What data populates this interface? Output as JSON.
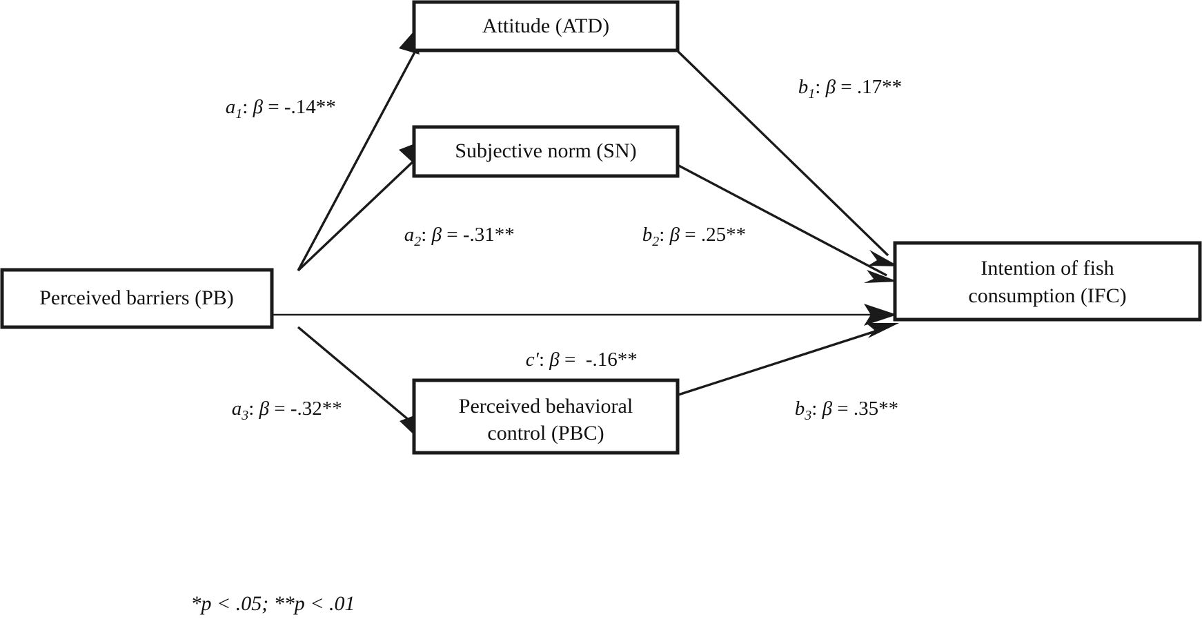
{
  "figure": {
    "type": "path-diagram",
    "title": "",
    "background_color": "#ffffff",
    "line_color": "#1a1a1a"
  },
  "nodes": {
    "predictor": {
      "id": "PB",
      "label": "Perceived barriers (PB)",
      "lines": [
        "Perceived barriers (PB)"
      ]
    },
    "mediator_1": {
      "id": "ATD",
      "label": "Attitude (ATD)",
      "lines": [
        "Attitude (ATD)"
      ]
    },
    "mediator_2": {
      "id": "SN",
      "label": "Subjective norm (SN)",
      "lines": [
        "Subjective norm (SN)"
      ]
    },
    "mediator_3": {
      "id": "PBC",
      "label": "Perceived behavioral control (PBC)",
      "lines": [
        "Perceived behavioral",
        "control (PBC)"
      ]
    },
    "outcome": {
      "id": "IFC",
      "label": "Intention of fish consumption (IFC)",
      "lines": [
        "Intention of fish",
        "consumption (IFC)"
      ]
    }
  },
  "paths": [
    {
      "key": "a1",
      "coef_name": "a",
      "coef_sub": "1",
      "text": "a1: β = -.14**",
      "beta": -0.14,
      "significance": "**",
      "from": "PB",
      "to": "ATD"
    },
    {
      "key": "a2",
      "coef_name": "a",
      "coef_sub": "2",
      "text": "a2: β = -.31**",
      "beta": -0.31,
      "significance": "**",
      "from": "PB",
      "to": "SN"
    },
    {
      "key": "a3",
      "coef_name": "a",
      "coef_sub": "3",
      "text": "a3: β = -.32**",
      "beta": -0.32,
      "significance": "**",
      "from": "PB",
      "to": "PBC"
    },
    {
      "key": "b1",
      "coef_name": "b",
      "coef_sub": "1",
      "text": "b1: β = .17**",
      "beta": 0.17,
      "significance": "**",
      "from": "ATD",
      "to": "IFC"
    },
    {
      "key": "b2",
      "coef_name": "b",
      "coef_sub": "2",
      "text": "b2: β = .25**",
      "beta": 0.25,
      "significance": "**",
      "from": "SN",
      "to": "IFC"
    },
    {
      "key": "b3",
      "coef_name": "b",
      "coef_sub": "3",
      "text": "b3: β = .35**",
      "beta": 0.35,
      "significance": "**",
      "from": "PBC",
      "to": "IFC"
    },
    {
      "key": "cprime",
      "coef_name": "c′",
      "coef_sub": "",
      "text": "c′: β =  -.16**",
      "beta": -0.16,
      "significance": "**",
      "from": "PB",
      "to": "IFC"
    }
  ],
  "label_parts": {
    "a1": {
      "lead": "a",
      "sub": "1",
      "colon": ": ",
      "beta_symbol": "β",
      "eq": " = ",
      "value": "-.14",
      "stars": "**"
    },
    "a2": {
      "lead": "a",
      "sub": "2",
      "colon": ": ",
      "beta_symbol": "β",
      "eq": " = ",
      "value": "-.31",
      "stars": "**"
    },
    "a3": {
      "lead": "a",
      "sub": "3",
      "colon": ": ",
      "beta_symbol": "β",
      "eq": " = ",
      "value": "-.32",
      "stars": "**"
    },
    "b1": {
      "lead": "b",
      "sub": "1",
      "colon": ": ",
      "beta_symbol": "β",
      "eq": " = ",
      "value": ".17",
      "stars": "**"
    },
    "b2": {
      "lead": "b",
      "sub": "2",
      "colon": ": ",
      "beta_symbol": "β",
      "eq": " = ",
      "value": ".25",
      "stars": "**"
    },
    "b3": {
      "lead": "b",
      "sub": "3",
      "colon": ": ",
      "beta_symbol": "β",
      "eq": " = ",
      "value": ".35",
      "stars": "**"
    },
    "cprime": {
      "lead": "c′",
      "sub": "",
      "colon": ": ",
      "beta_symbol": "β",
      "eq": " =  ",
      "value": "-.16",
      "stars": "**"
    }
  },
  "footnote": {
    "text": "*p < .05; **p < .01",
    "parts": {
      "star1": "*",
      "p1": "p",
      "cond1": " < .05; ",
      "star2": "**",
      "p2": "p",
      "cond2": " < .01"
    }
  }
}
